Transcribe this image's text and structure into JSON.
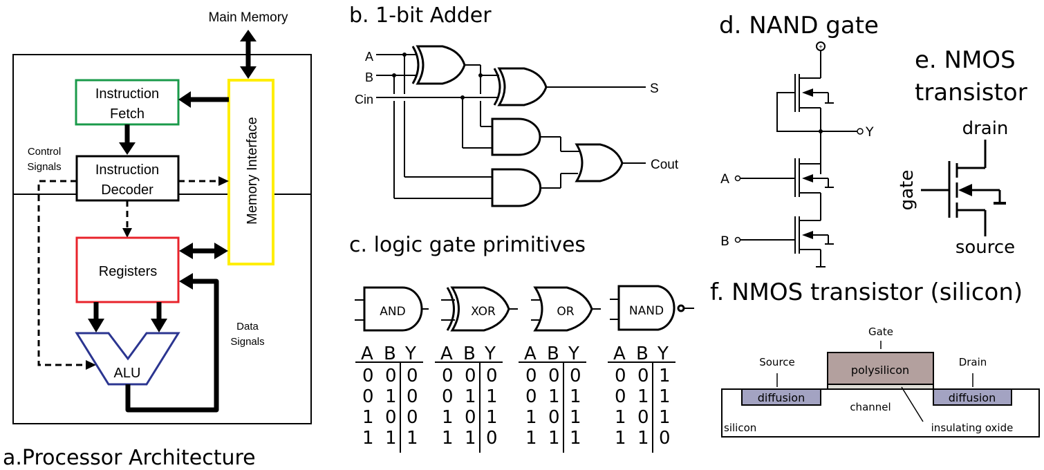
{
  "panel_a": {
    "title": "a.Processor Architecture",
    "main_memory": "Main Memory",
    "instruction_fetch": [
      "Instruction",
      "Fetch"
    ],
    "instruction_decoder": [
      "Instruction",
      "Decoder"
    ],
    "memory_interface": "Memory Interface",
    "registers": "Registers",
    "alu": "ALU",
    "control_signals": [
      "Control",
      "Signals"
    ],
    "data_signals": [
      "Data",
      "Signals"
    ],
    "colors": {
      "instruction_fetch": "#1a9a4a",
      "instruction_decoder": "#000000",
      "memory_interface": "#ffee00",
      "registers": "#e8232b",
      "alu": "#2b3590"
    }
  },
  "panel_b": {
    "title": "b.  1-bit Adder",
    "inputs": [
      "A",
      "B",
      "Cin"
    ],
    "outputs": [
      "S",
      "Cout"
    ]
  },
  "panel_c": {
    "title": "c. logic gate primitives",
    "gates": [
      {
        "name": "AND",
        "table": {
          "headers": [
            "A",
            "B",
            "Y"
          ],
          "rows": [
            [
              "0",
              "0",
              "0"
            ],
            [
              "0",
              "1",
              "0"
            ],
            [
              "1",
              "0",
              "0"
            ],
            [
              "1",
              "1",
              "1"
            ]
          ]
        }
      },
      {
        "name": "XOR",
        "table": {
          "headers": [
            "A",
            "B",
            "Y"
          ],
          "rows": [
            [
              "0",
              "0",
              "0"
            ],
            [
              "0",
              "1",
              "1"
            ],
            [
              "1",
              "0",
              "1"
            ],
            [
              "1",
              "1",
              "0"
            ]
          ]
        }
      },
      {
        "name": "OR",
        "table": {
          "headers": [
            "A",
            "B",
            "Y"
          ],
          "rows": [
            [
              "0",
              "0",
              "0"
            ],
            [
              "0",
              "1",
              "1"
            ],
            [
              "1",
              "0",
              "1"
            ],
            [
              "1",
              "1",
              "1"
            ]
          ]
        }
      },
      {
        "name": "NAND",
        "table": {
          "headers": [
            "A",
            "B",
            "Y"
          ],
          "rows": [
            [
              "0",
              "0",
              "1"
            ],
            [
              "0",
              "1",
              "1"
            ],
            [
              "1",
              "0",
              "1"
            ],
            [
              "1",
              "1",
              "0"
            ]
          ]
        }
      }
    ]
  },
  "panel_d": {
    "title": "d.  NAND gate",
    "supply": "+",
    "input_a": "A",
    "input_b": "B",
    "output": "Y"
  },
  "panel_e": {
    "title": [
      "e. NMOS",
      "transistor"
    ],
    "drain": "drain",
    "gate": "gate",
    "source": "source"
  },
  "panel_f": {
    "title": "f.   NMOS transistor (silicon)",
    "gate": "Gate",
    "source": "Source",
    "drain": "Drain",
    "polysilicon": "polysilicon",
    "diffusion_left": "diffusion",
    "diffusion_right": "diffusion",
    "channel": "channel",
    "silicon": "silicon",
    "insulating_oxide": "insulating oxide",
    "colors": {
      "polysilicon": "#b3a09e",
      "diffusion": "#a3a3c2",
      "oxide": "#deddd6"
    }
  }
}
